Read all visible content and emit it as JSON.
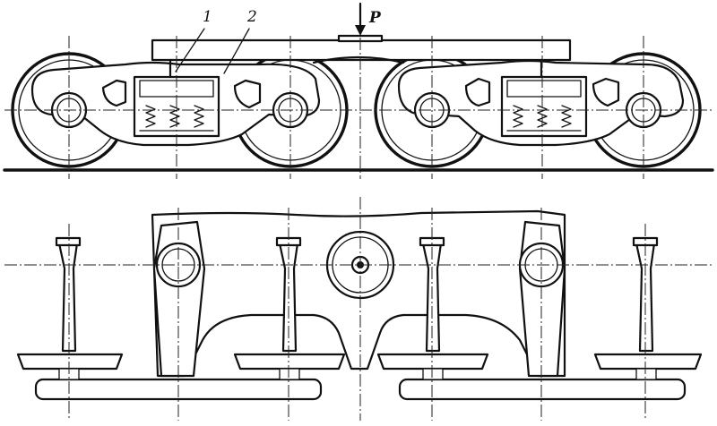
{
  "labels": {
    "callout_1": "1",
    "callout_2": "2",
    "load": "P"
  },
  "colors": {
    "ink": "#111111",
    "background": "#ffffff"
  },
  "icons": {
    "load_arrow": "down-arrow-icon"
  }
}
